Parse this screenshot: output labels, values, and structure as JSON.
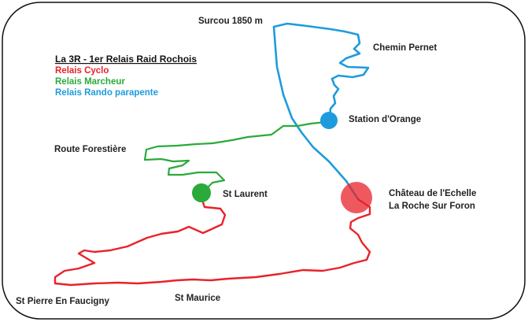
{
  "legend": {
    "title": "La 3R - 1er Relais Raid Rochois",
    "items": [
      {
        "label": "Relais Cyclo",
        "color": "#e8222b"
      },
      {
        "label": "Relais Marcheur",
        "color": "#2aaa3a"
      },
      {
        "label": "Relais Rando parapente",
        "color": "#1e9bdc"
      }
    ]
  },
  "places": {
    "surcou": "Surcou 1850 m",
    "chemin_pernet": "Chemin Pernet",
    "station_orange": "Station d'Orange",
    "route_forestiere": "Route Forestière",
    "st_laurent": "St Laurent",
    "chateau_line1": "Château de l'Echelle",
    "chateau_line2": "La Roche Sur Foron",
    "st_pierre": "St Pierre En Faucigny",
    "st_maurice": "St Maurice"
  },
  "colors": {
    "cyclo": "#e8222b",
    "marcheur": "#2aaa3a",
    "parapente": "#1e9bdc",
    "border": "#111111"
  }
}
